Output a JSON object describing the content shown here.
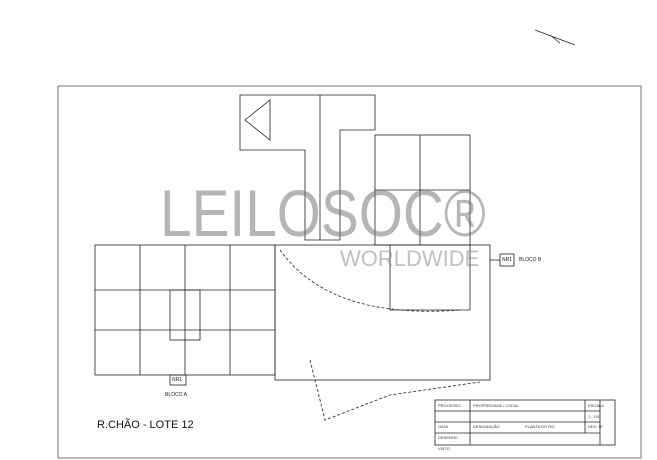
{
  "watermark": {
    "brand": "LEILOSOC®",
    "tagline": "WORLDWIDE"
  },
  "drawing": {
    "title": "R.CHÃO - LOTE 12",
    "labels": {
      "block_a": "BLOCO A",
      "block_b": "BLOCO B",
      "nr_a": "NR1",
      "nr_b": "NR1"
    }
  },
  "title_block": {
    "process_label": "PROCESSO",
    "property_label": "PROPRIEDADE / LOCAL",
    "scale_label": "ESCALA",
    "scale_value": "1 : 100",
    "date_label": "DATA",
    "designation_label": "DESIGNAÇÃO",
    "designation_value": "PLANTA DO R/C",
    "drawing_label": "DESENHO",
    "sheet_label": "DES. Nº",
    "visto_label": "VISTO"
  }
}
